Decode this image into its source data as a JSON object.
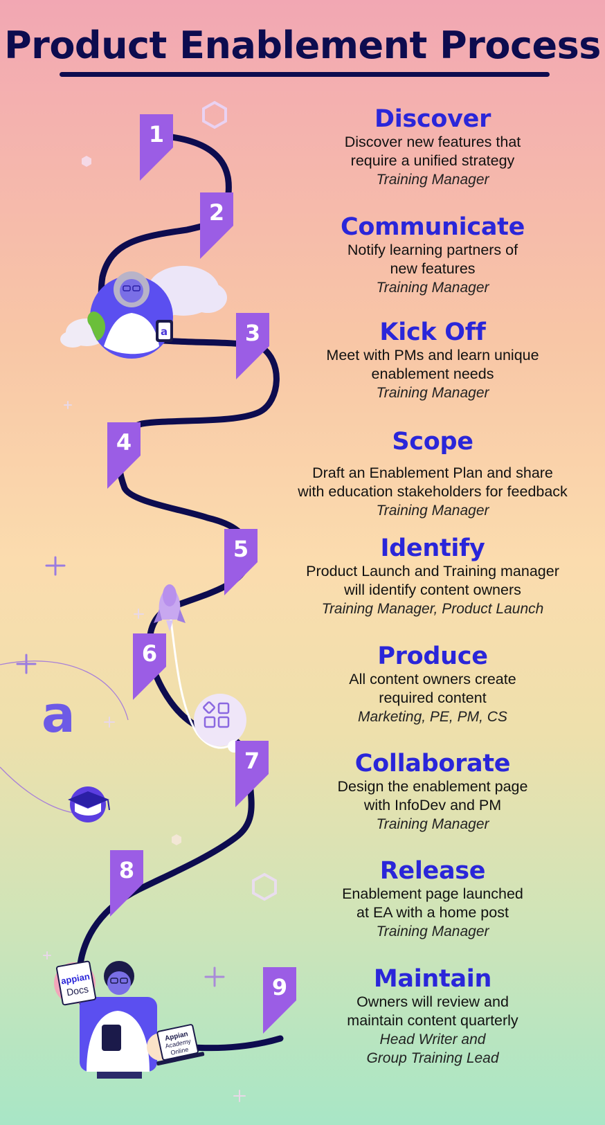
{
  "title": "Product Enablement Process",
  "colors": {
    "title": "#0d0c4f",
    "heading": "#2a26d9",
    "flag": "#9b5de5",
    "path": "#0d0c4f"
  },
  "steps": [
    {
      "num": "1",
      "heading": "Discover",
      "desc": "Discover new features that\nrequire a unified strategy",
      "owner": "Training Manager"
    },
    {
      "num": "2",
      "heading": "Communicate",
      "desc": "Notify learning partners of\nnew features",
      "owner": "Training Manager"
    },
    {
      "num": "3",
      "heading": "Kick Off",
      "desc": "Meet with PMs and learn unique\nenablement needs",
      "owner": "Training Manager"
    },
    {
      "num": "4",
      "heading": "Scope",
      "desc": "Draft an Enablement Plan and share\nwith education stakeholders for feedback",
      "owner": "Training Manager"
    },
    {
      "num": "5",
      "heading": "Identify",
      "desc": "Product Launch and Training manager\nwill identify content owners",
      "owner": "Training Manager, Product Launch"
    },
    {
      "num": "6",
      "heading": "Produce",
      "desc": "All content owners create\nrequired content",
      "owner": "Marketing, PE, PM, CS"
    },
    {
      "num": "7",
      "heading": "Collaborate",
      "desc": "Design the enablement page\nwith InfoDev and PM",
      "owner": "Training Manager"
    },
    {
      "num": "8",
      "heading": "Release",
      "desc": "Enablement page launched\nat EA with a home post",
      "owner": "Training Manager"
    },
    {
      "num": "9",
      "heading": "Maintain",
      "desc": "Owners will review and\nmaintain content quarterly",
      "owner": "Head Writer and\nGroup Training Lead"
    }
  ],
  "logos": {
    "brand_mark": "a",
    "docs_label_1": "appian",
    "docs_label_2": "Docs",
    "academy_label_1": "Appian",
    "academy_label_2": "Academy",
    "academy_label_3": "Online",
    "tablet_mark": "a"
  },
  "icons": [
    "hexagon-icon",
    "cloud-icon",
    "rocket-icon",
    "apps-grid-icon",
    "graduation-cap-icon",
    "plus-icon",
    "docs-badge-icon",
    "laptop-icon"
  ]
}
